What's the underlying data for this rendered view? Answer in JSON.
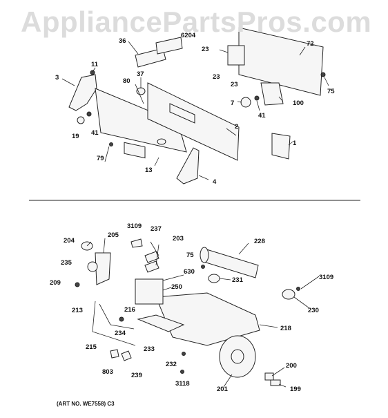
{
  "watermark": "AppliancePartsPros.com",
  "art_number": "(ART NO. WE7558) C3",
  "labels_top": [
    "3",
    "11",
    "36",
    "37",
    "80",
    "6204",
    "23",
    "23",
    "23",
    "72",
    "75",
    "100",
    "7",
    "41",
    "2",
    "1",
    "19",
    "41",
    "79",
    "13",
    "4"
  ],
  "labels_bottom": [
    "3109",
    "237",
    "203",
    "228",
    "204",
    "205",
    "235",
    "75",
    "630",
    "231",
    "3109",
    "209",
    "250",
    "213",
    "216",
    "230",
    "234",
    "218",
    "215",
    "233",
    "232",
    "200",
    "803",
    "239",
    "3118",
    "201",
    "199"
  ]
}
